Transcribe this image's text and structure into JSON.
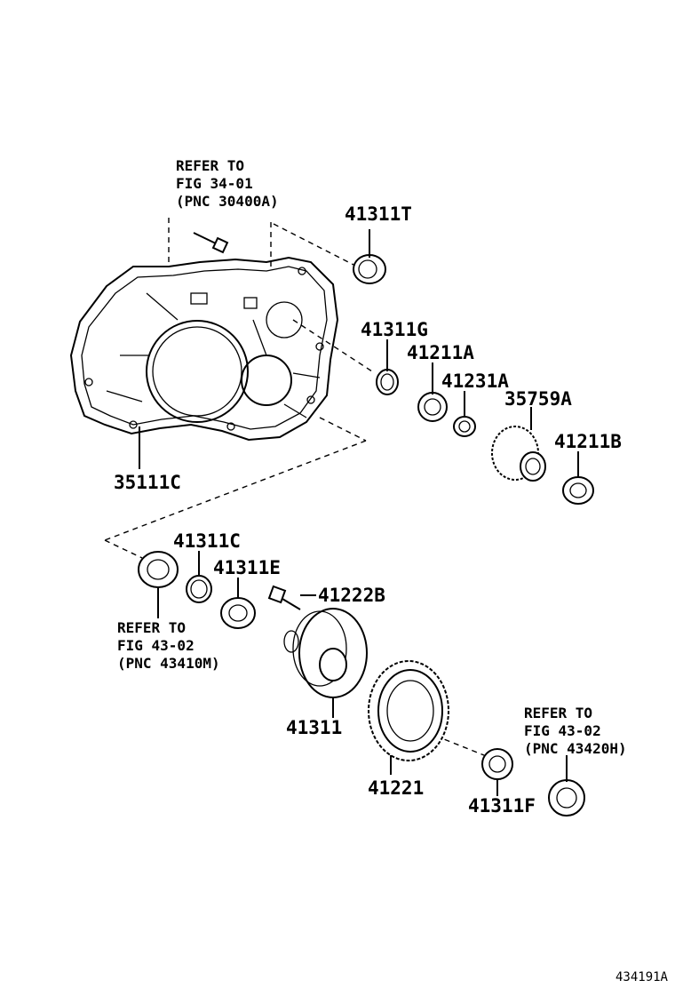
{
  "figure_id": "434191A",
  "parts": {
    "p41311T": "41311T",
    "p41311G": "41311G",
    "p41211A": "41211A",
    "p41231A": "41231A",
    "p35759A": "35759A",
    "p41211B": "41211B",
    "p35111C": "35111C",
    "p41311C": "41311C",
    "p41311E": "41311E",
    "p41222B": "41222B",
    "p41311": "41311",
    "p41221": "41221",
    "p41311F": "41311F"
  },
  "references": {
    "top": [
      "REFER TO",
      "FIG 34-01",
      "(PNC 30400A)"
    ],
    "left": [
      "REFER TO",
      "FIG 43-02",
      "(PNC 43410M)"
    ],
    "right": [
      "REFER TO",
      "FIG 43-02",
      "(PNC 43420H)"
    ]
  }
}
